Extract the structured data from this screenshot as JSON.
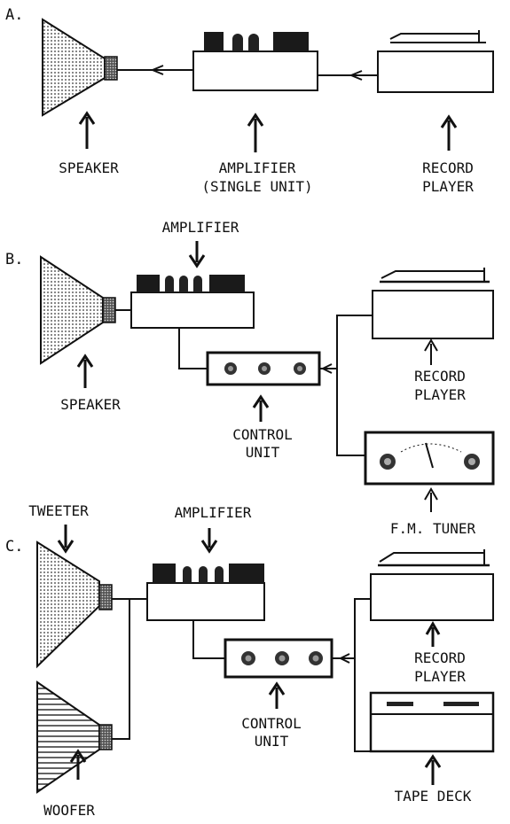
{
  "sections": {
    "a": {
      "label": "A.",
      "speaker": "SPEAKER",
      "amplifier_line1": "AMPLIFIER",
      "amplifier_line2": "(SINGLE UNIT)",
      "player_line1": "RECORD",
      "player_line2": "PLAYER"
    },
    "b": {
      "label": "B.",
      "amplifier": "AMPLIFIER",
      "speaker": "SPEAKER",
      "control_line1": "CONTROL",
      "control_line2": "UNIT",
      "player_line1": "RECORD",
      "player_line2": "PLAYER",
      "tuner": "F.M. TUNER"
    },
    "c": {
      "label": "C.",
      "tweeter": "TWEETER",
      "amplifier": "AMPLIFIER",
      "woofer": "WOOFER",
      "control_line1": "CONTROL",
      "control_line2": "UNIT",
      "player_line1": "RECORD",
      "player_line2": "PLAYER",
      "tape": "TAPE DECK"
    }
  }
}
